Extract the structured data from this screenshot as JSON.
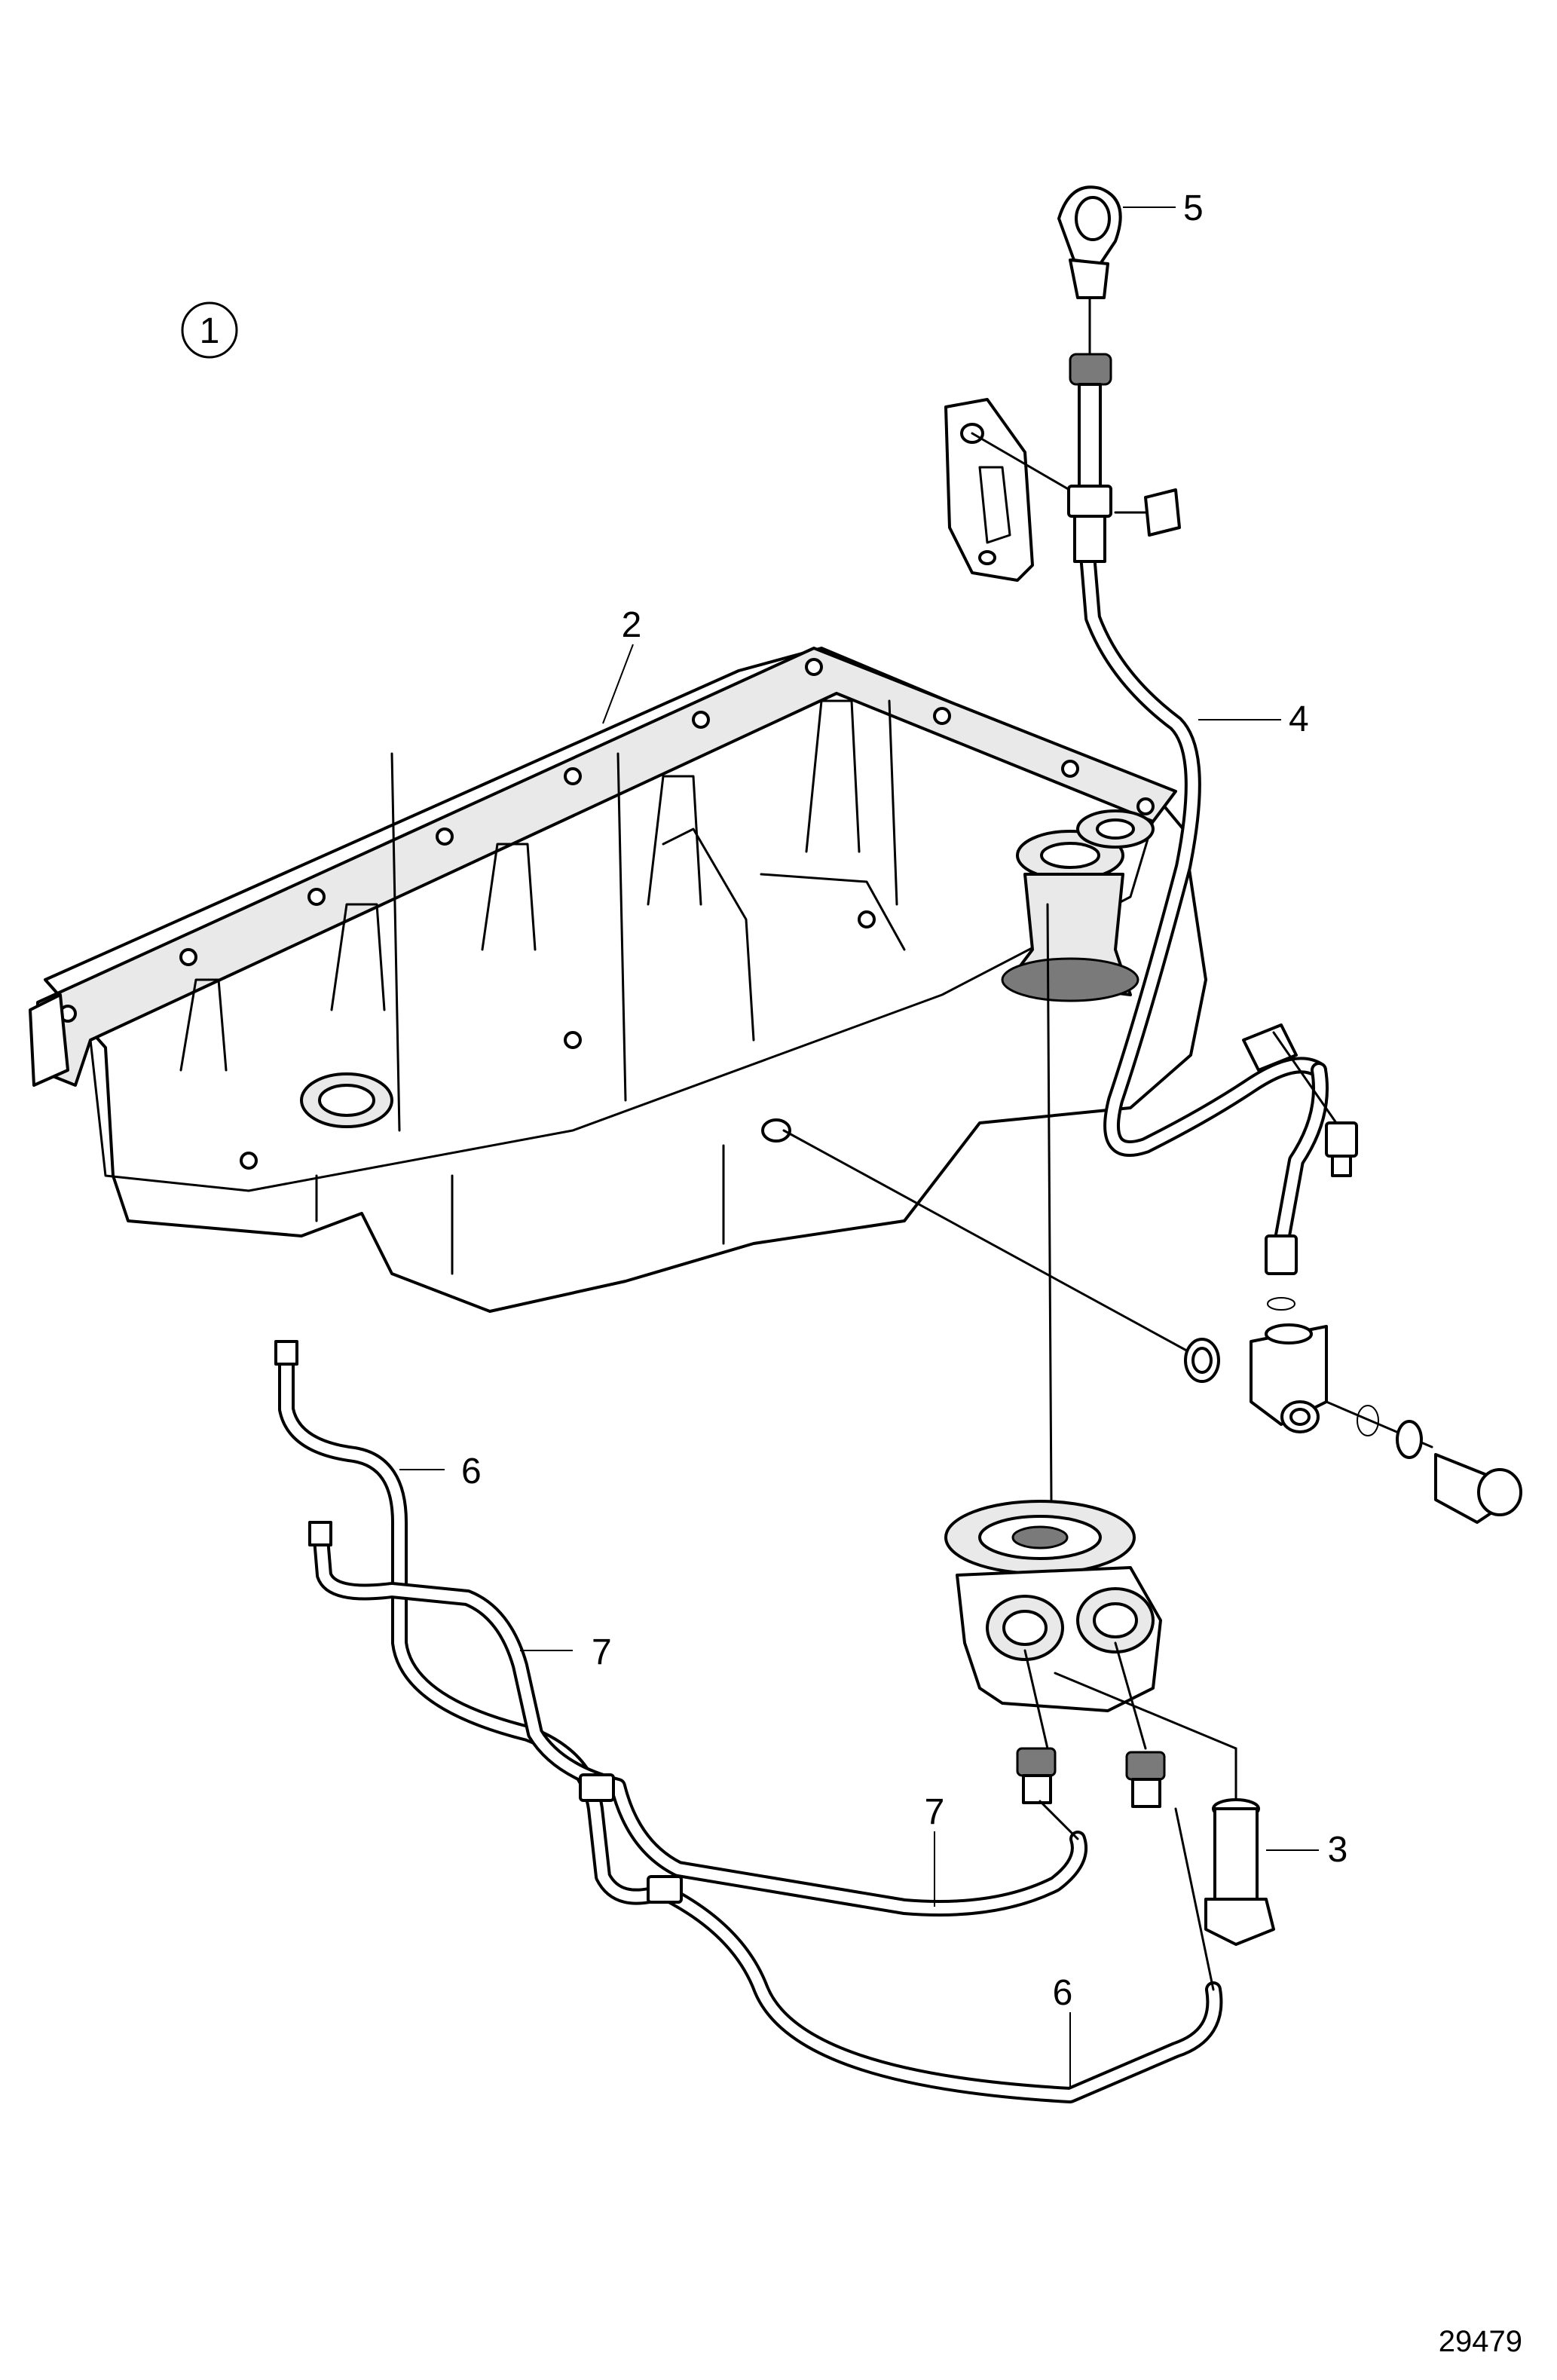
{
  "diagram": {
    "view_number": "1",
    "reference_number": "29479",
    "callouts": [
      {
        "id": "callout-2",
        "text": "2"
      },
      {
        "id": "callout-3",
        "text": "3"
      },
      {
        "id": "callout-4",
        "text": "4"
      },
      {
        "id": "callout-5",
        "text": "5"
      },
      {
        "id": "callout-6a",
        "text": "6"
      },
      {
        "id": "callout-6b",
        "text": "6"
      },
      {
        "id": "callout-7a",
        "text": "7"
      },
      {
        "id": "callout-7b",
        "text": "7"
      }
    ]
  }
}
